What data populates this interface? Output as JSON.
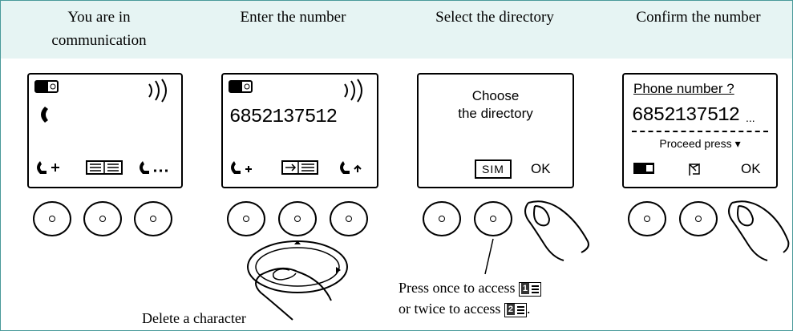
{
  "headers": [
    {
      "line1": "You are in",
      "line2": "communication"
    },
    {
      "line1": "Enter the number",
      "line2": ""
    },
    {
      "line1": "Select the directory",
      "line2": ""
    },
    {
      "line1": "Confirm the number",
      "line2": ""
    }
  ],
  "panel1": {},
  "panel2": {
    "number": "6852137512"
  },
  "panel3": {
    "title_line1": "Choose",
    "title_line2": "the directory",
    "sim_label": "SIM",
    "ok_label": "OK"
  },
  "panel4": {
    "question": "Phone number ?",
    "number": "6852137512",
    "ellipsis": "...",
    "proceed": "Proceed press",
    "ok_label": "OK"
  },
  "notes": {
    "delete": "Delete a character",
    "press_once": "Press once to access",
    "press_twice": "or twice to access",
    "press_twice_end": ".",
    "chip1": "1",
    "chip2": "2"
  },
  "colors": {
    "header_bg": "#e6f4f3",
    "border": "#4a9a9a"
  }
}
